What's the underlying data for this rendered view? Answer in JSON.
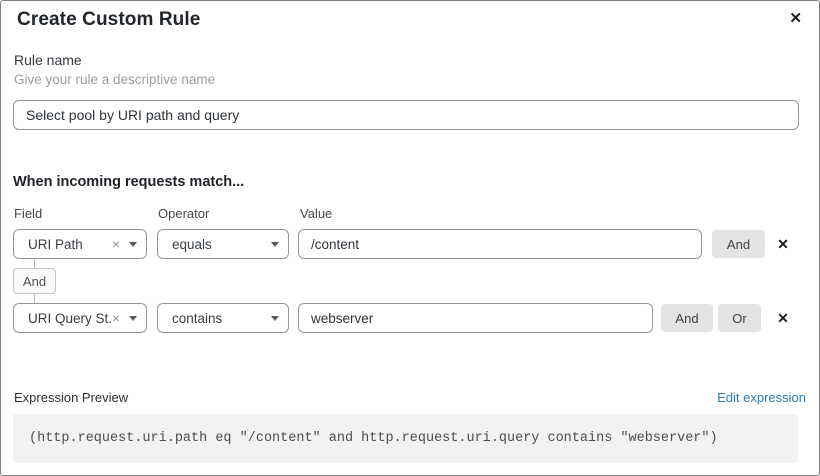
{
  "dialog": {
    "title": "Create Custom Rule"
  },
  "icons": {
    "close": "✕",
    "delete": "✕",
    "clear": "×"
  },
  "rule_name": {
    "label": "Rule name",
    "helper": "Give your rule a descriptive name",
    "value": "Select pool by URI path and query"
  },
  "match": {
    "heading": "When incoming requests match...",
    "columns": {
      "field": "Field",
      "operator": "Operator",
      "value": "Value"
    },
    "connector": "And",
    "rows": [
      {
        "field": "URI Path",
        "operator": "equals",
        "value": "/content",
        "buttons": [
          "And"
        ]
      },
      {
        "field": "URI Query St...",
        "operator": "contains",
        "value": "webserver",
        "buttons": [
          "And",
          "Or"
        ]
      }
    ]
  },
  "expression": {
    "label": "Expression Preview",
    "edit_link": "Edit expression",
    "code": "(http.request.uri.path eq \"/content\" and http.request.uri.query contains \"webserver\")"
  },
  "colors": {
    "link_blue": "#2c7bb8",
    "button_gray": "#e4e4e4",
    "code_bg": "#f2f2f2"
  }
}
